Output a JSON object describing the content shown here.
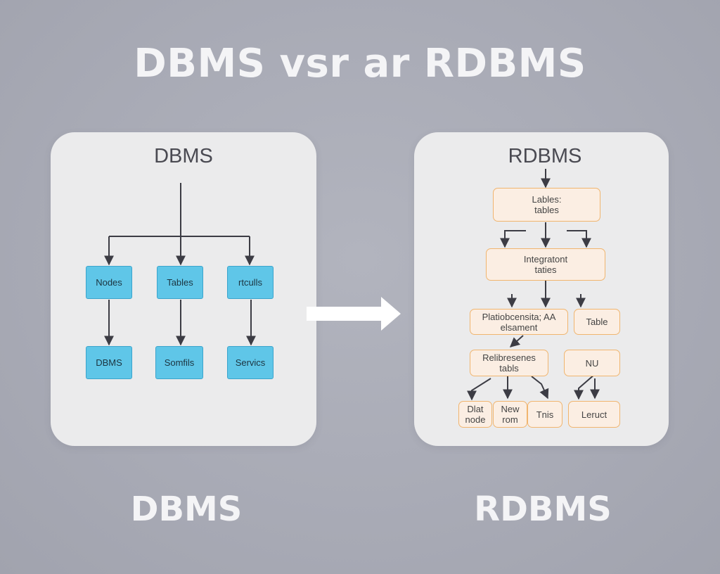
{
  "title": "DBMS vsr ar RDBMS",
  "left_panel": {
    "title": "DBMS",
    "nodes": [
      "Nodes",
      "Tables",
      "rtculls",
      "DBMS",
      "Somfils",
      "Servics"
    ]
  },
  "right_panel": {
    "title": "RDBMS",
    "nodes": [
      "Lables:\ntables",
      "Integratont\ntaties",
      "Platiobcensita; AA\nelsament",
      "Table",
      "Relibresenes\ntabls",
      "NU",
      "Dlat\nnode",
      "New\nrom",
      "Tnis",
      "Leruct"
    ]
  },
  "bottom_labels": {
    "left": "DBMS",
    "right": "RDBMS"
  },
  "colors": {
    "background": "#a9abb6",
    "panel": "#ebebec",
    "blue_node": "#5fc6e8",
    "orange_border": "#f0b56f",
    "orange_fill": "#fbeee3",
    "arrow": "#ffffff",
    "connector": "#3c3c44"
  }
}
